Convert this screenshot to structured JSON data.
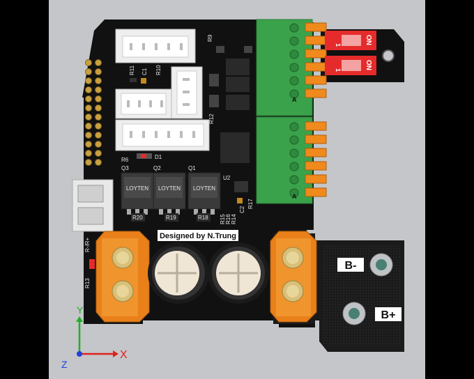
{
  "colors": {
    "viewport": "#c4c6c9",
    "pcb": "#111111",
    "terminal_green": "#3aa24a",
    "terminal_orange": "#f08a1c",
    "switch_red": "#e52b2b",
    "xt_orange": "#e9801a",
    "axis_x": "#e02020",
    "axis_y": "#20b020",
    "axis_z": "#2040e0"
  },
  "board": {
    "designer_label": "Designed by N.Trung",
    "mosfets": [
      {
        "ref": "Q3",
        "brand": "LOYTEN"
      },
      {
        "ref": "Q2",
        "brand": "LOYTEN"
      },
      {
        "ref": "Q1",
        "brand": "LOYTEN"
      }
    ],
    "silk_labels": {
      "r11": "R11",
      "c1": "C1",
      "r10": "R10",
      "r9": "R9",
      "r12": "R12",
      "r6": "R6",
      "d1": "D1",
      "u2": "U2",
      "r17": "R17",
      "c2": "C2",
      "r15": "R15",
      "r16": "R16",
      "r14": "R14",
      "r13": "R13",
      "r20": "R20",
      "r19": "R19",
      "r18": "R18",
      "r_r_plus": "R-/R+"
    },
    "dip_switches": [
      {
        "number": "1",
        "state": "ON"
      },
      {
        "number": "1",
        "state": "ON"
      }
    ],
    "terminal_markers": [
      "A",
      "A"
    ]
  },
  "battery": {
    "negative_label": "B-",
    "positive_label": "B+"
  },
  "axes": {
    "x_label": "X",
    "y_label": "Y",
    "z_label": "Z"
  }
}
